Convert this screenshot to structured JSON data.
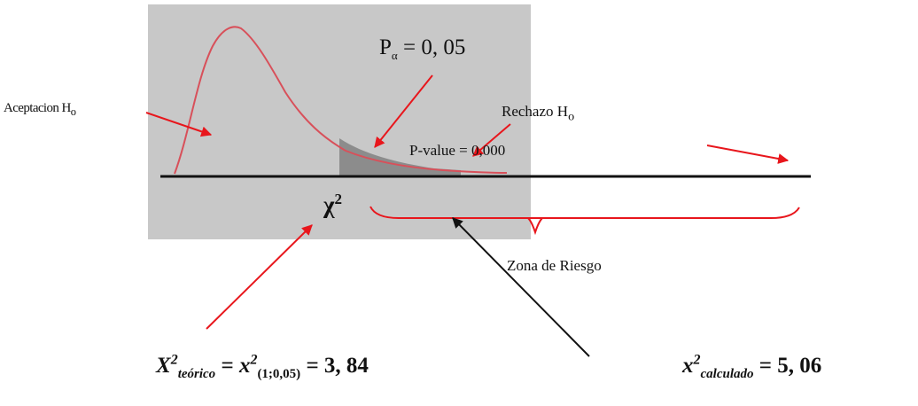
{
  "labels": {
    "aceptacion": {
      "text": "Aceptacion H",
      "sub": "o"
    },
    "p_alpha": {
      "main": "P",
      "sub": "α",
      "rest": " = 0, 05"
    },
    "rechazo": {
      "text": "Rechazo H",
      "sub": "o"
    },
    "p_value": "P-value = 0,000",
    "chi": {
      "main": "χ",
      "sup": "2"
    },
    "zona": "Zona de Riesgo"
  },
  "formulas": {
    "teorico": {
      "var": "X",
      "sup": "2",
      "sub": "teórico",
      "eq": " = ",
      "var2": "x",
      "sup2": "2",
      "sub2": "(1;0,05)",
      "value": " = 3, 84"
    },
    "calculado": {
      "var": "x",
      "sup": "2",
      "sub": "calculado",
      "value": " = 5, 06"
    }
  },
  "colors": {
    "panel": "#c8c8c8",
    "curve": "#d8505a",
    "arrow": "#e8161c",
    "tail": "#8c8c8c",
    "brace": "#e8161c",
    "axis": "#111111"
  }
}
